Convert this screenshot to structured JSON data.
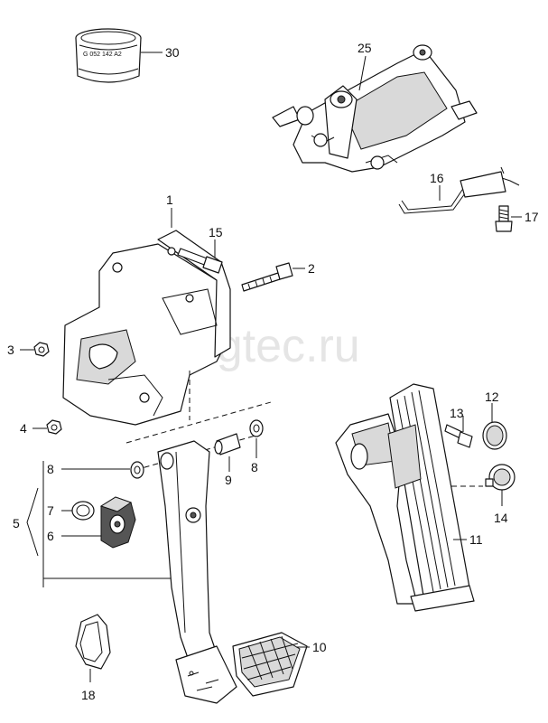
{
  "watermark": "Vagtec.ru",
  "part_marking": "G 052 142 A2",
  "callouts": {
    "c1": "1",
    "c2": "2",
    "c3": "3",
    "c4": "4",
    "c5": "5",
    "c6": "6",
    "c7": "7",
    "c8a": "8",
    "c8b": "8",
    "c9": "9",
    "c10": "10",
    "c11": "11",
    "c12": "12",
    "c13": "13",
    "c14": "14",
    "c15": "15",
    "c16": "16",
    "c17": "17",
    "c18": "18",
    "c25": "25",
    "c30": "30"
  }
}
